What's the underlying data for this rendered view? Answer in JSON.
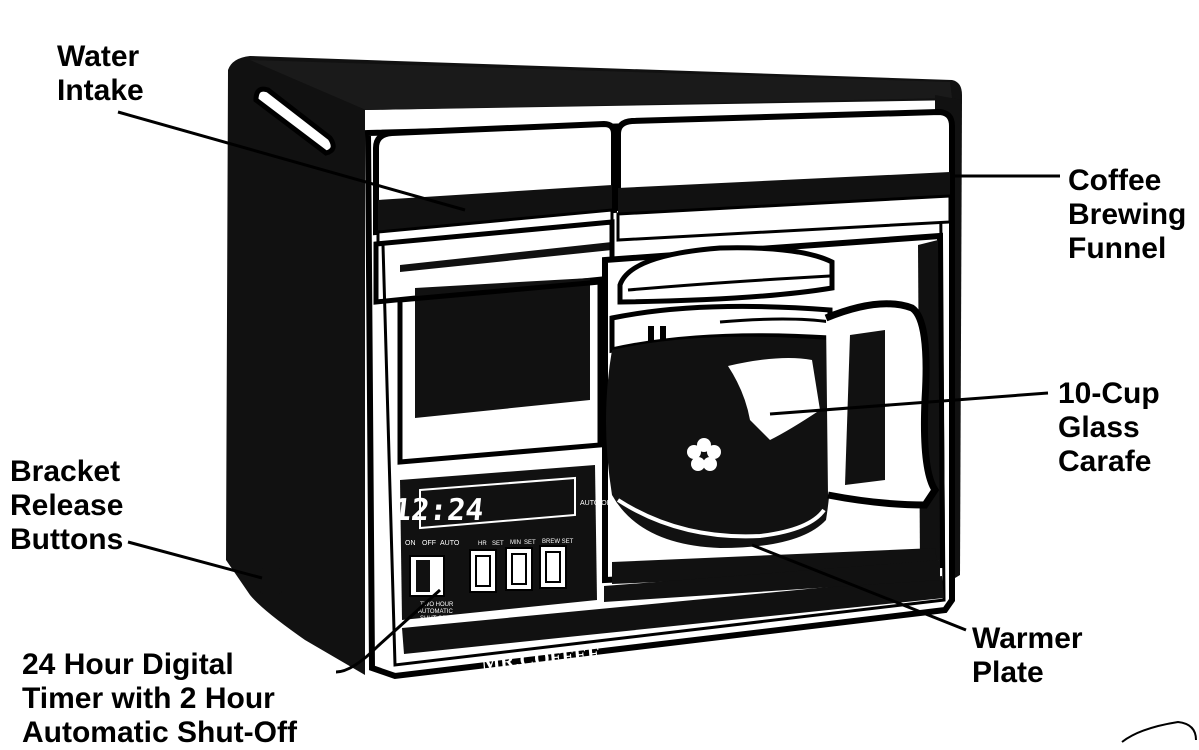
{
  "labels": {
    "water_intake": [
      "Water",
      "Intake"
    ],
    "coffee_brewing_funnel": [
      "Coffee",
      "Brewing",
      "Funnel"
    ],
    "glass_carafe": [
      "10-Cup",
      "Glass",
      "Carafe"
    ],
    "bracket_release_buttons": [
      "Bracket",
      "Release",
      "Buttons"
    ],
    "digital_timer": [
      "24 Hour Digital",
      "Timer with 2 Hour",
      "Automatic Shut-Off"
    ],
    "warmer_plate": [
      "Warmer",
      "Plate"
    ]
  },
  "appliance": {
    "brand": "MR.COFFEE",
    "clock_display": "12:24",
    "auto_off_label": "AUTO OFF",
    "switch_labels": [
      "ON",
      "OFF",
      "AUTO"
    ],
    "set_labels": [
      "HR",
      "SET",
      "MIN",
      "SET",
      "BREW SET"
    ],
    "shutoff_note": [
      "TWO HOUR",
      "AUTOMATIC",
      "SHUT OFF"
    ]
  },
  "colors": {
    "ink": "#000000",
    "paper": "#ffffff",
    "body": "#111111"
  },
  "icons": {
    "carafe_emblem": "flower-icon"
  }
}
